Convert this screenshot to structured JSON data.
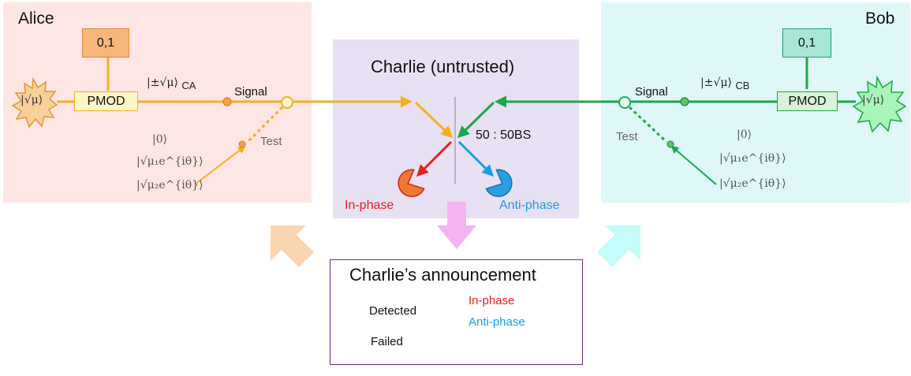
{
  "alice": {
    "name": "Alice",
    "bit_box": "0,1",
    "modulator": "PMOD",
    "source_state": "|√μ⟩",
    "signal_state": "|±√μ⟩",
    "signal_state_sub": "CA",
    "signal_label": "Signal",
    "test_label": "Test",
    "test_states": [
      "|0⟩",
      "|√μ₁e^{iθ}⟩",
      "|√μ₂e^{iθ}⟩"
    ],
    "colors": {
      "panel": "#fde6e3",
      "beam": "#f2b120",
      "box": "#f7b77a"
    }
  },
  "bob": {
    "name": "Bob",
    "bit_box": "0,1",
    "modulator": "PMOD",
    "source_state": "|√μ⟩",
    "signal_state": "|±√μ⟩",
    "signal_state_sub": "CB",
    "signal_label": "Signal",
    "test_label": "Test",
    "test_states": [
      "|0⟩",
      "|√μ₁e^{iθ}⟩",
      "|√μ₂e^{iθ}⟩"
    ],
    "colors": {
      "panel": "#dff7f7",
      "beam": "#1ba84a",
      "box": "#a9e6d6"
    }
  },
  "charlie": {
    "name": "Charlie (untrusted)",
    "beamsplitter": "50 : 50BS",
    "detector_in_phase": "In-phase",
    "detector_anti_phase": "Anti-phase",
    "colors": {
      "panel": "#e8e0f3",
      "in_phase": "#e8201a",
      "anti_phase": "#1a9ee0"
    }
  },
  "announcement": {
    "title": "Charlie’s announcement",
    "detected": "Detected",
    "in_phase": "In-phase",
    "anti_phase": "Anti-phase",
    "failed": "Failed"
  }
}
